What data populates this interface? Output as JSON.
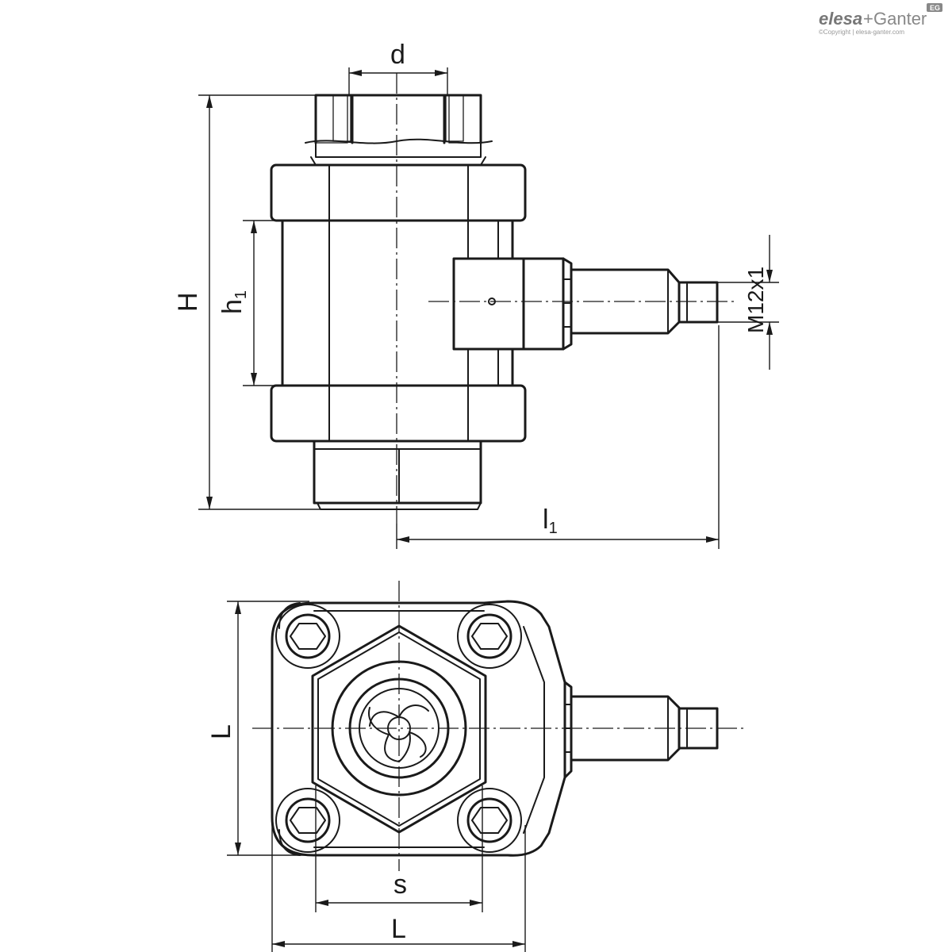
{
  "logo": {
    "brand_left": "elesa",
    "brand_plus": "+",
    "brand_right": "Ganter",
    "copyright": "©Copyright | elesa-ganter.com",
    "badge": "EG",
    "color": "#808080"
  },
  "dimensions": {
    "d": "d",
    "H": "H",
    "h": "h",
    "h_sub": "1",
    "l": "l",
    "l_sub": "1",
    "thread": "M12x1",
    "L_side": "L",
    "s": "s",
    "L_bottom": "L"
  }
}
